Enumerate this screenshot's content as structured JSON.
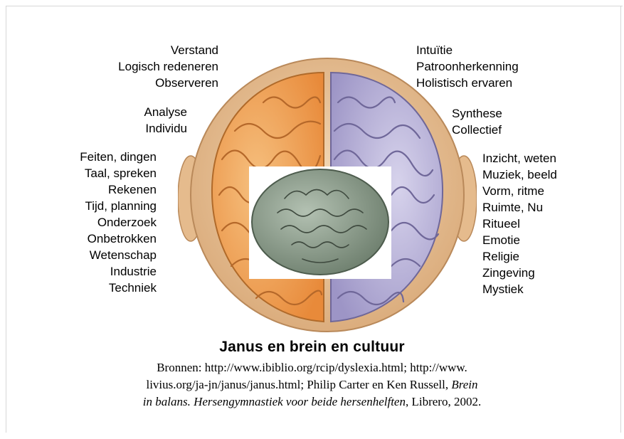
{
  "left_group_1": [
    "Verstand",
    "Logisch redeneren",
    "Observeren"
  ],
  "left_group_2": [
    "Analyse",
    "Individu"
  ],
  "left_group_3": [
    "Feiten, dingen",
    "Taal, spreken",
    "Rekenen",
    "Tijd, planning",
    "Onderzoek",
    "Onbetrokken",
    "Wetenschap",
    "Industrie",
    "Techniek"
  ],
  "right_group_1": [
    "Intuïtie",
    "Patroonherkenning",
    "Holistisch ervaren"
  ],
  "right_group_2": [
    "Synthese",
    "Collectief"
  ],
  "right_group_3": [
    "Inzicht, weten",
    "Muziek, beeld",
    "Vorm, ritme",
    "Ruimte, Nu",
    "Ritueel",
    "Emotie",
    "Religie",
    "Zingeving",
    "Mystiek"
  ],
  "title": "Janus en brein en cultuur",
  "credits": {
    "line1": "Bronnen: http://www.ibiblio.org/rcip/dyslexia.html; http://www.",
    "line2_a": "livius.org/ja-jn/janus/janus.html; Philip Carter en Ken Russell, ",
    "line2_b": "Brein",
    "line3_a": "in balans. Hersengymnastiek voor beide hersenhelften",
    "line3_b": ", Librero, 2002."
  },
  "colors": {
    "left_hemisphere": "#f0a35a",
    "right_hemisphere": "#b9b3d8",
    "skin": "#ecc9a0",
    "coin": "#8e9f8e"
  }
}
